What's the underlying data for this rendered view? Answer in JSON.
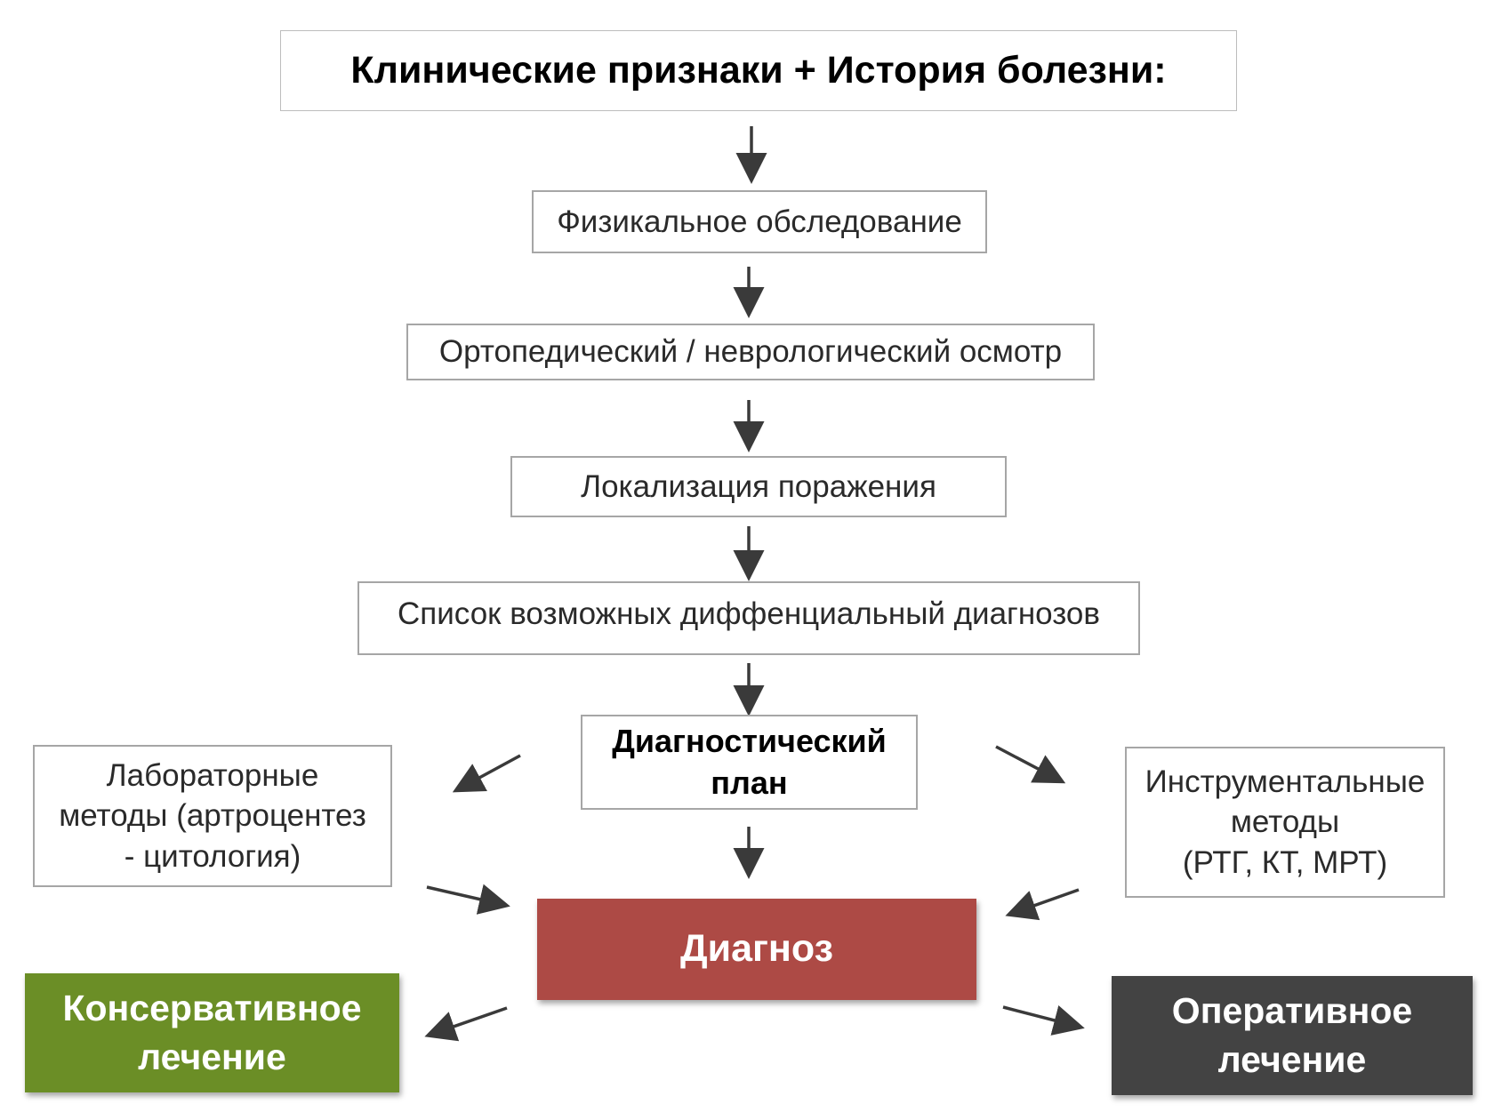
{
  "title": "Клинические признаки + История болезни:",
  "steps": {
    "physical_exam": "Физикальное обследование",
    "ortho_neuro_exam": "Ортопедический / неврологический осмотр",
    "lesion_localization": "Локализация поражения",
    "differential_list": "Список возможных диффенциальный диагнозов"
  },
  "diagnostic_plan": {
    "line1": "Диагностический",
    "line2": "план"
  },
  "lab_methods": {
    "line1": "Лабораторные",
    "line2": "методы (артроцентез",
    "line3": "- цитология)"
  },
  "instrumental_methods": {
    "line1": "Инструментальные",
    "line2": "методы",
    "line3": "(РТГ, КТ, МРТ)"
  },
  "diagnosis": "Диагноз",
  "conservative": {
    "line1": "Консервативное",
    "line2": "лечение"
  },
  "operative": {
    "line1": "Оперативное",
    "line2": "лечение"
  },
  "colors": {
    "diagnosis": "#ad4a45",
    "conservative": "#6b8e26",
    "operative": "#434343",
    "arrow": "#3a3a3a",
    "border": "#a6a6a6"
  }
}
